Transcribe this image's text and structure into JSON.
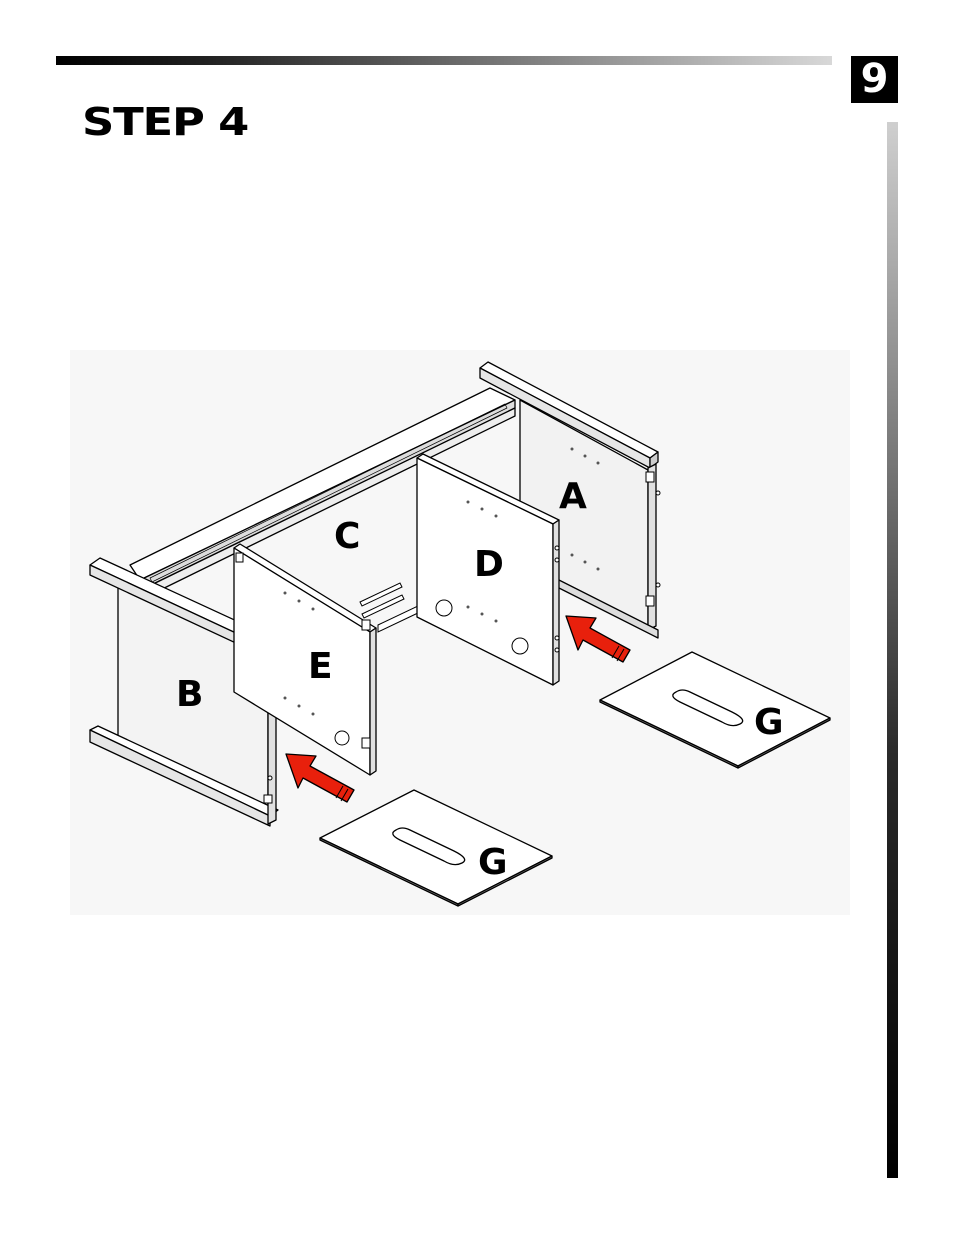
{
  "page": {
    "number": "9",
    "title": "STEP 4"
  },
  "labels": {
    "A": "A",
    "B": "B",
    "C": "C",
    "D": "D",
    "E": "E",
    "G1": "G",
    "G2": "G"
  },
  "colors": {
    "arrow": "#e8200c",
    "panel_face": "#ffffff",
    "outline": "#000000",
    "shade": "#f4f4f4"
  },
  "icons": {
    "insert_arrow": "red-arrow-icon"
  }
}
